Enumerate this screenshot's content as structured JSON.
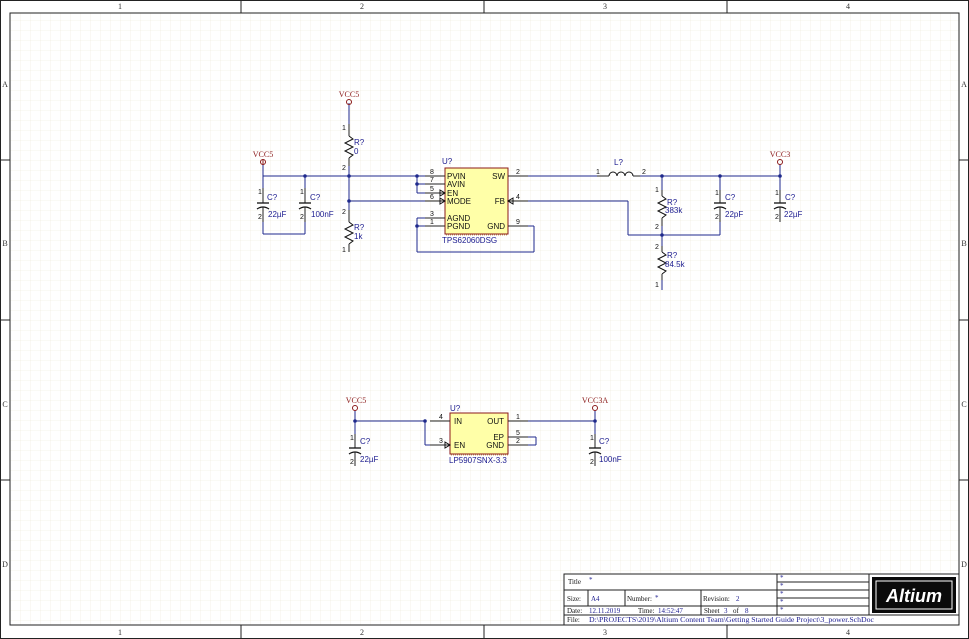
{
  "frame": {
    "columns": [
      "1",
      "2",
      "3",
      "4"
    ],
    "rows": [
      "A",
      "B",
      "C",
      "D"
    ]
  },
  "power_ports": {
    "vcc5": "VCC5",
    "vcc3": "VCC3",
    "vcc3a": "VCC3A"
  },
  "components": {
    "u_top": {
      "designator": "U?",
      "comment": "TPS62060DSG",
      "pins_left": [
        "PVIN",
        "AVIN",
        "EN",
        "MODE",
        "AGND",
        "PGND"
      ],
      "pins_right": [
        "SW",
        "FB",
        "GND"
      ],
      "pin_numbers": [
        "8",
        "7",
        "5",
        "6",
        "3",
        "1",
        "2",
        "4",
        "9"
      ]
    },
    "u_bottom": {
      "designator": "U?",
      "comment": "LP5907SNX-3.3",
      "pins_left": [
        "IN",
        "EN"
      ],
      "pins_right": [
        "OUT",
        "EP",
        "GND"
      ],
      "pin_numbers": [
        "4",
        "3",
        "1",
        "5",
        "2"
      ]
    },
    "r_top": {
      "designator": "R?",
      "value": "0"
    },
    "r_bottom": {
      "designator": "R?",
      "value": "1k"
    },
    "r_fb1": {
      "designator": "R?",
      "value": "383k"
    },
    "r_fb2": {
      "designator": "R?",
      "value": "84.5k"
    },
    "c_in1": {
      "designator": "C?",
      "value": "22µF"
    },
    "c_in2": {
      "designator": "C?",
      "value": "100nF"
    },
    "c_ff": {
      "designator": "C?",
      "value": "22pF"
    },
    "c_out": {
      "designator": "C?",
      "value": "22µF"
    },
    "c_ldo_in": {
      "designator": "C?",
      "value": "22µF"
    },
    "c_ldo_out": {
      "designator": "C?",
      "value": "100nF"
    },
    "l1": {
      "designator": "L?",
      "pin1": "1",
      "pin2": "2"
    }
  },
  "title_block": {
    "title_label": "Title",
    "title_value": "*",
    "size_label": "Size:",
    "size_value": "A4",
    "number_label": "Number:",
    "number_value": "*",
    "revision_label": "Revision:",
    "revision_value": "2",
    "date_label": "Date:",
    "date_value": "12.11.2019",
    "time_label": "Time:",
    "time_value": "14:52:47",
    "sheet_label": "Sheet",
    "sheet_value": "3",
    "of_label": "of",
    "of_value": "8",
    "file_label": "File:",
    "file_value": "D:\\PROJECTS\\2019\\Altium Content Team\\Getting Started Guide Project\\3_power.SchDoc",
    "logo": "Altium",
    "side_marks": [
      "*",
      "*",
      "*",
      "*",
      "*"
    ]
  },
  "colors": {
    "wire": "#1f2a8c",
    "component_body": "#ffffa8",
    "component_outline": "#8b1a1a",
    "power_port": "#8b1a1a",
    "logo_bg": "#0a0a0a"
  }
}
